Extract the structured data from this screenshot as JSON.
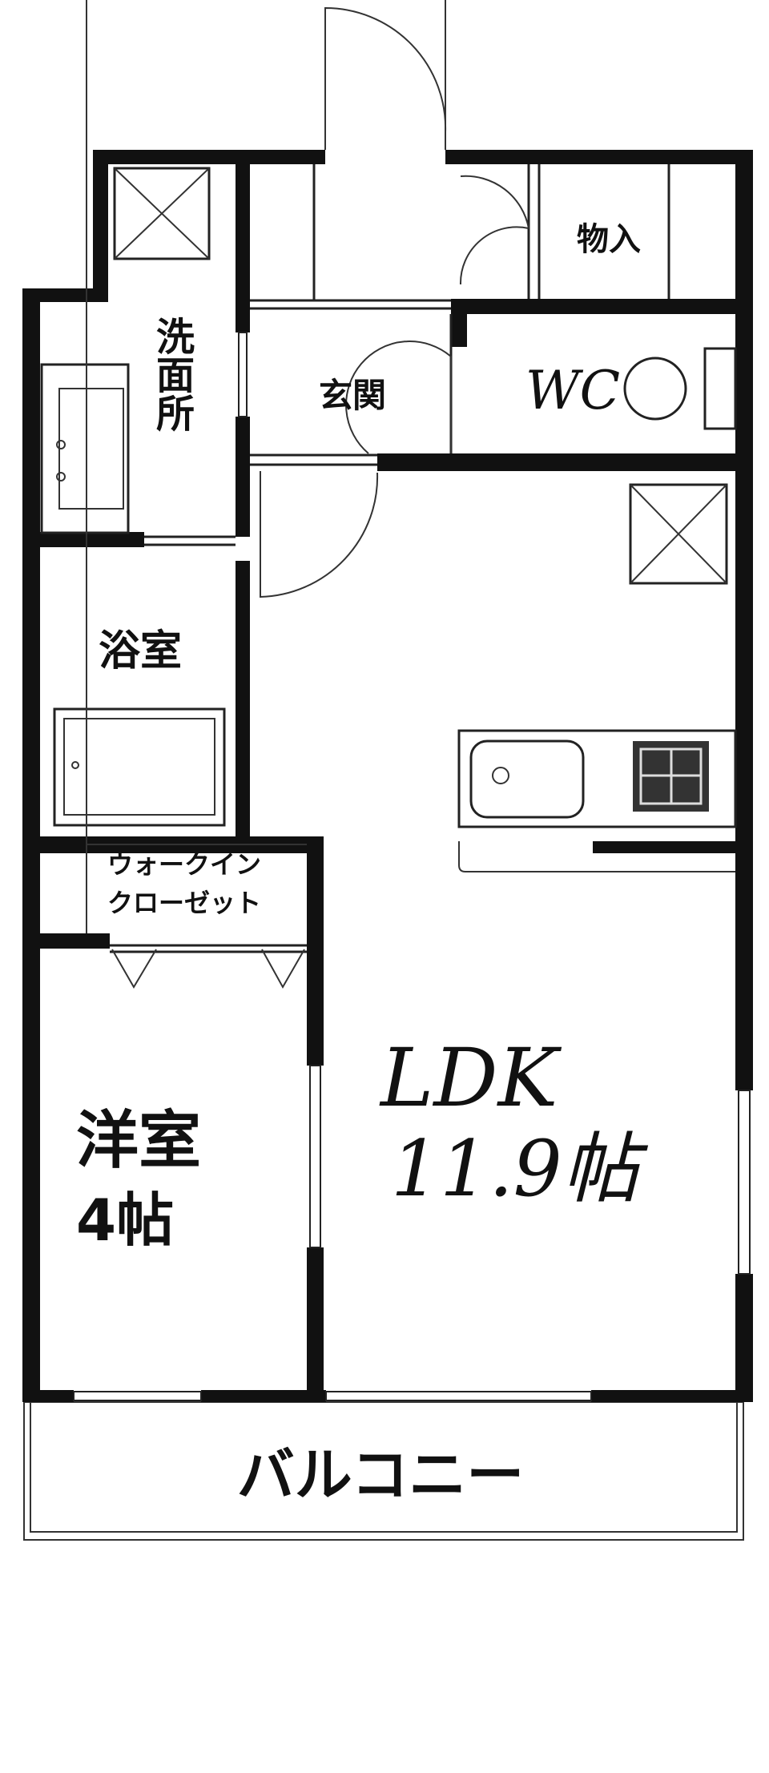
{
  "rooms": {
    "storage": "物入",
    "wc": "WC",
    "entrance": "玄関",
    "washroom": "洗面所",
    "bathroom": "浴室",
    "wic_line1": "ウォークイン",
    "wic_line2": "クローゼット",
    "western_room": "洋室",
    "western_room_size": "4帖",
    "ldk": "LDK",
    "ldk_size": "11.9帖",
    "balcony": "バルコニー"
  }
}
